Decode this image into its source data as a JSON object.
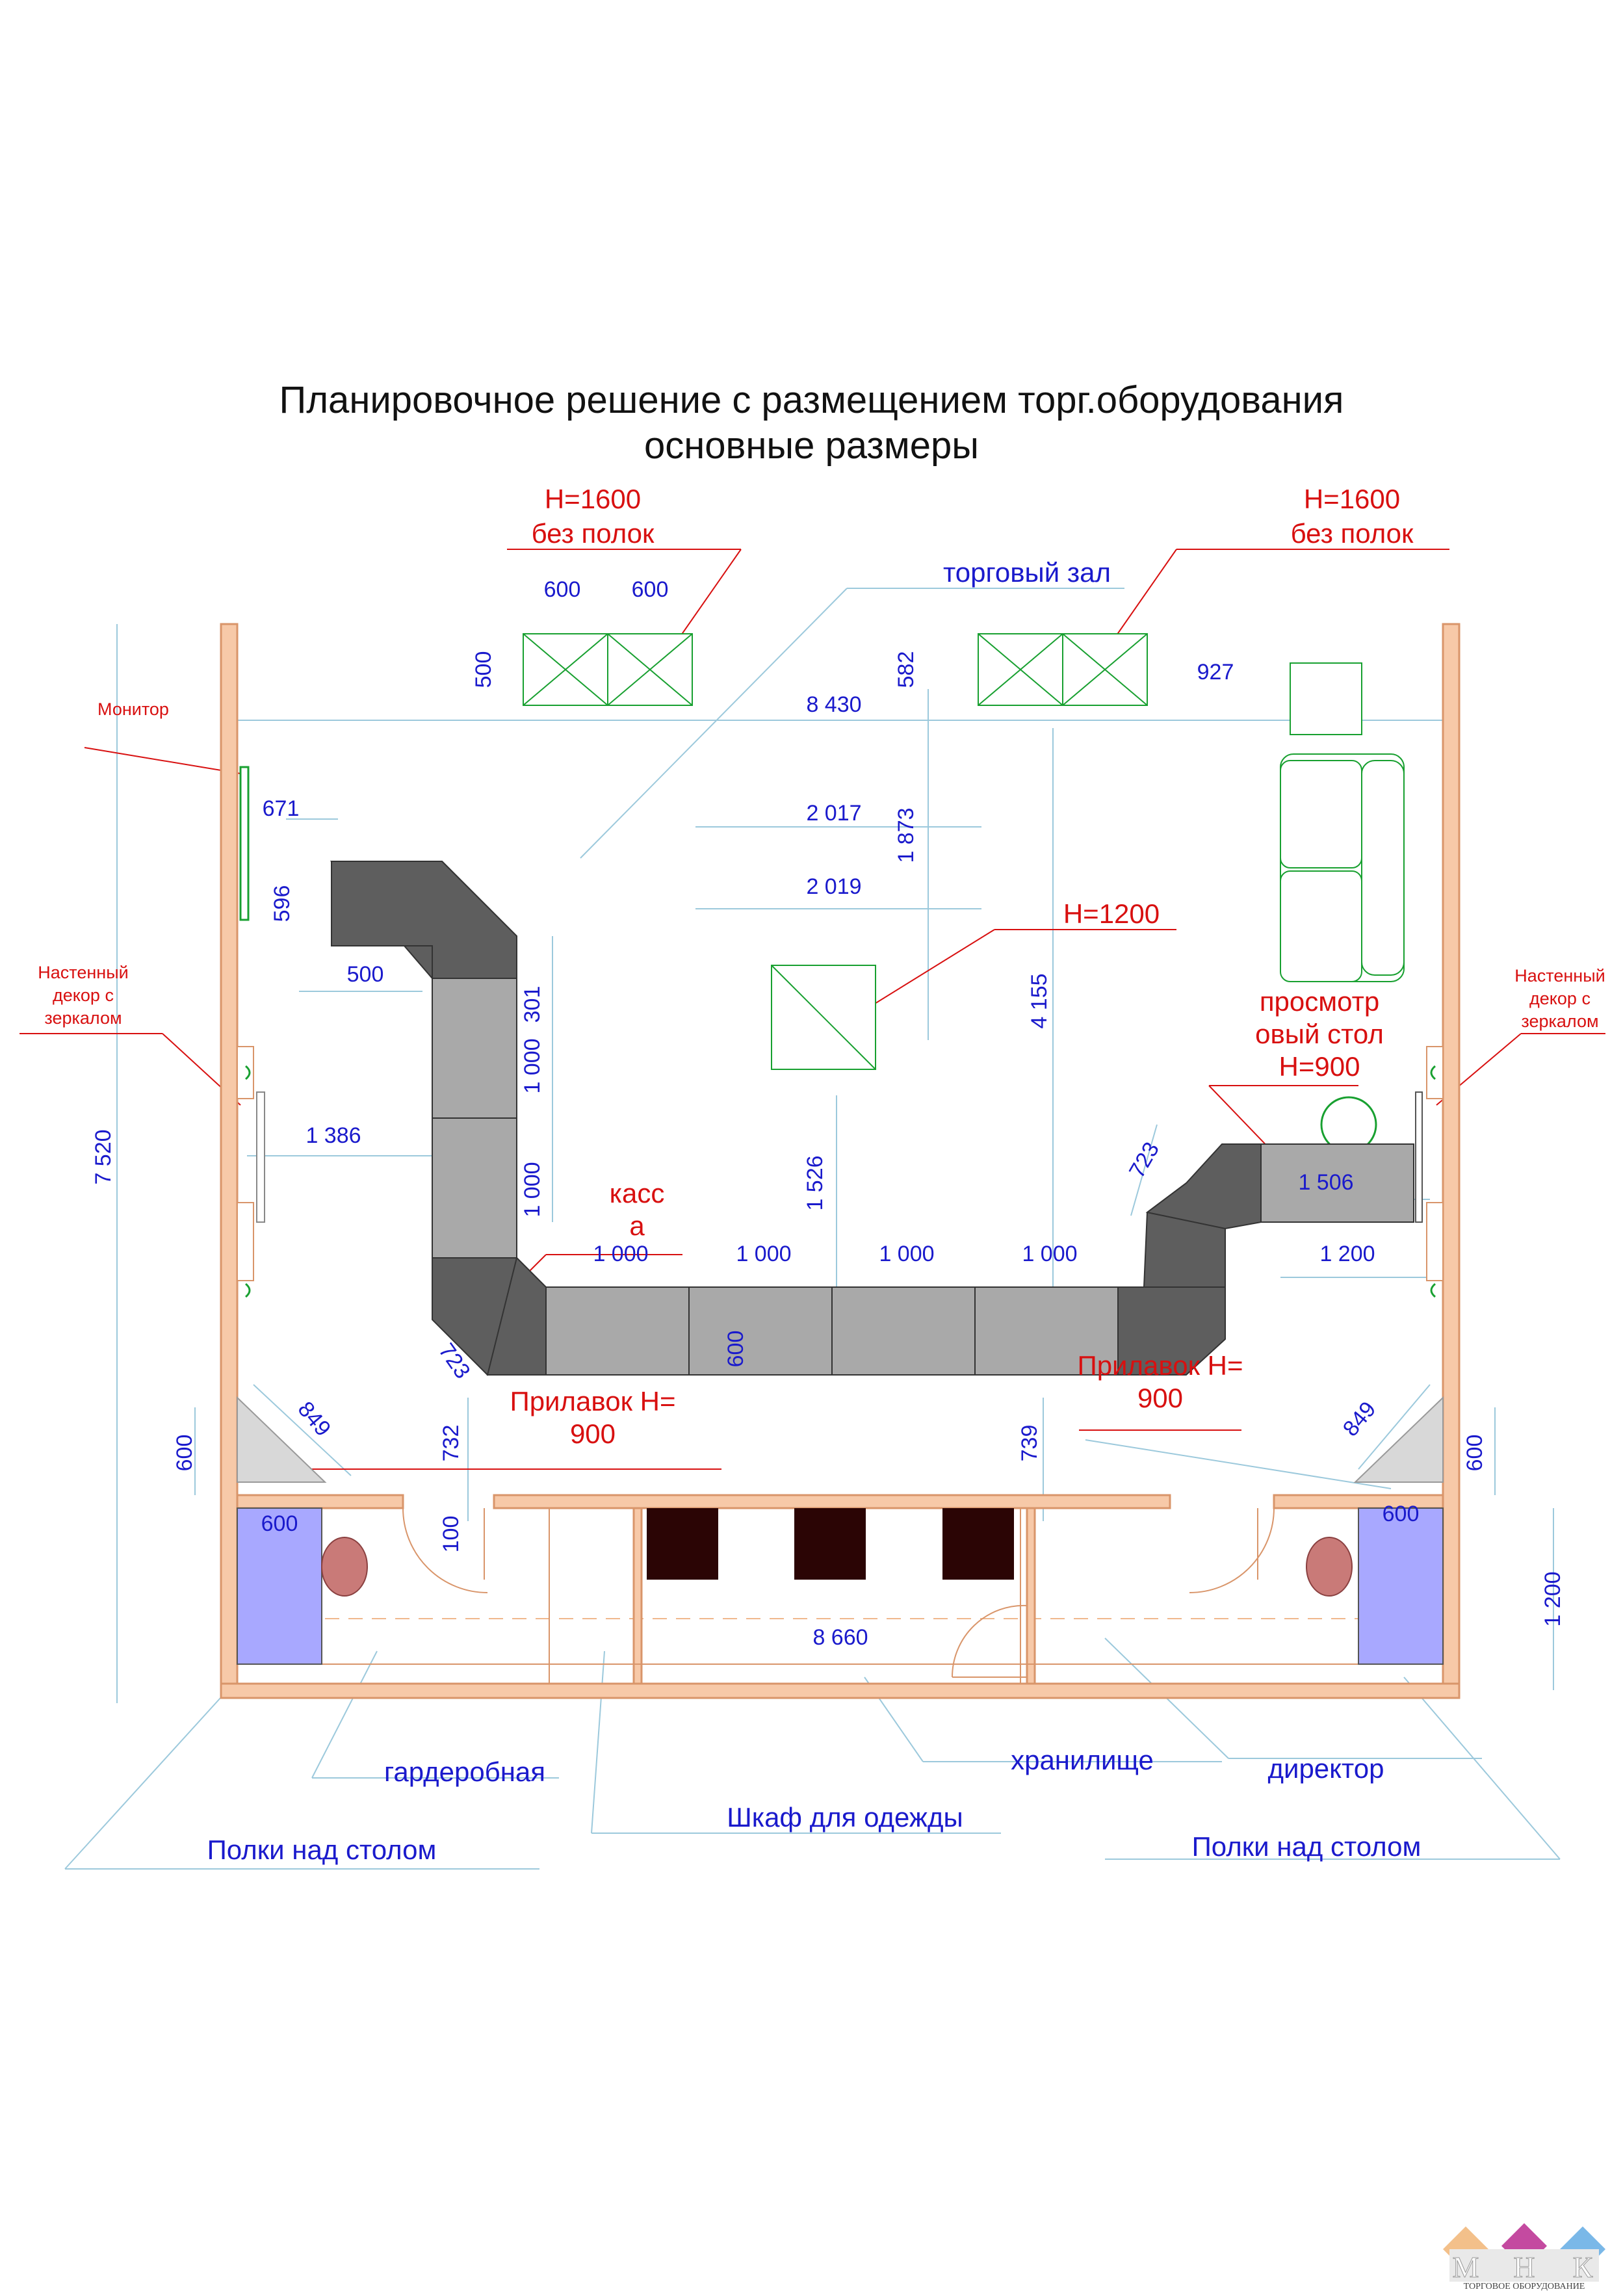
{
  "title": {
    "line1": "Планировочное решение с размещением торг.оборудования",
    "line2": "основные размеры"
  },
  "labels": {
    "h1600_left": "H=1600",
    "no_shelves_left": "без полок",
    "h1600_right": "H=1600",
    "no_shelves_right": "без полок",
    "trading_hall": "торговый зал",
    "monitor": "Монитор",
    "wall_decor_left_1": "Настенный",
    "wall_decor_left_2": "декор с",
    "wall_decor_left_3": "зеркалом",
    "wall_decor_right_1": "Настенный",
    "wall_decor_right_2": "декор с",
    "wall_decor_right_3": "зеркалом",
    "h1200": "H=1200",
    "viewing_table_1": "просмотр",
    "viewing_table_2": "овый стол",
    "viewing_table_3": "H=900",
    "cash_1": "касс",
    "cash_2": "а",
    "counter_left_1": "Прилавок H=",
    "counter_left_2": "900",
    "counter_right_1": "Прилавок H=",
    "counter_right_2": "900",
    "wardrobe_room": "гардеробная",
    "storage": "хранилище",
    "director": "директор",
    "shelves_left": "Полки над столом",
    "closet": "Шкаф для одежды",
    "shelves_right": "Полки над столом"
  },
  "dims": {
    "d600a": "600",
    "d600b": "600",
    "d500": "500",
    "d582": "582",
    "d927": "927",
    "d8430": "8 430",
    "d671": "671",
    "d2017": "2 017",
    "d1873": "1 873",
    "d2019": "2 019",
    "d596": "596",
    "d500b": "500",
    "d301": "301",
    "d1000v1": "1 000",
    "d1000v2": "1 000",
    "d4155": "4 155",
    "d7520": "7 520",
    "d1386": "1 386",
    "d1526": "1 526",
    "d723r": "723",
    "d1506": "1 506",
    "d1000h1": "1 000",
    "d1000h2": "1 000",
    "d1000h3": "1 000",
    "d1000h4": "1 000",
    "d1200h": "1 200",
    "d723l": "723",
    "d600c": "600",
    "d849l": "849",
    "d849r": "849",
    "d732": "732",
    "d739": "739",
    "d600l": "600",
    "d600r": "600",
    "d600bl": "600",
    "d600br": "600",
    "d100": "100",
    "d8660": "8 660",
    "d1200v": "1 200"
  },
  "logo": {
    "letters": [
      "М",
      "Н",
      "К"
    ],
    "subtitle": "ТОРГОВОЕ ОБОРУДОВАНИЕ"
  },
  "colors": {
    "wall": "#f7c9a8",
    "wall_edge": "#d9956a",
    "counter_light": "#a9a9a9",
    "counter_dark": "#5e5e5e",
    "dimension": "#1a1acc",
    "annotation": "#d81010",
    "furniture": "#18a030",
    "desk": "#a8a8ff",
    "storage_box": "#2b0505"
  }
}
